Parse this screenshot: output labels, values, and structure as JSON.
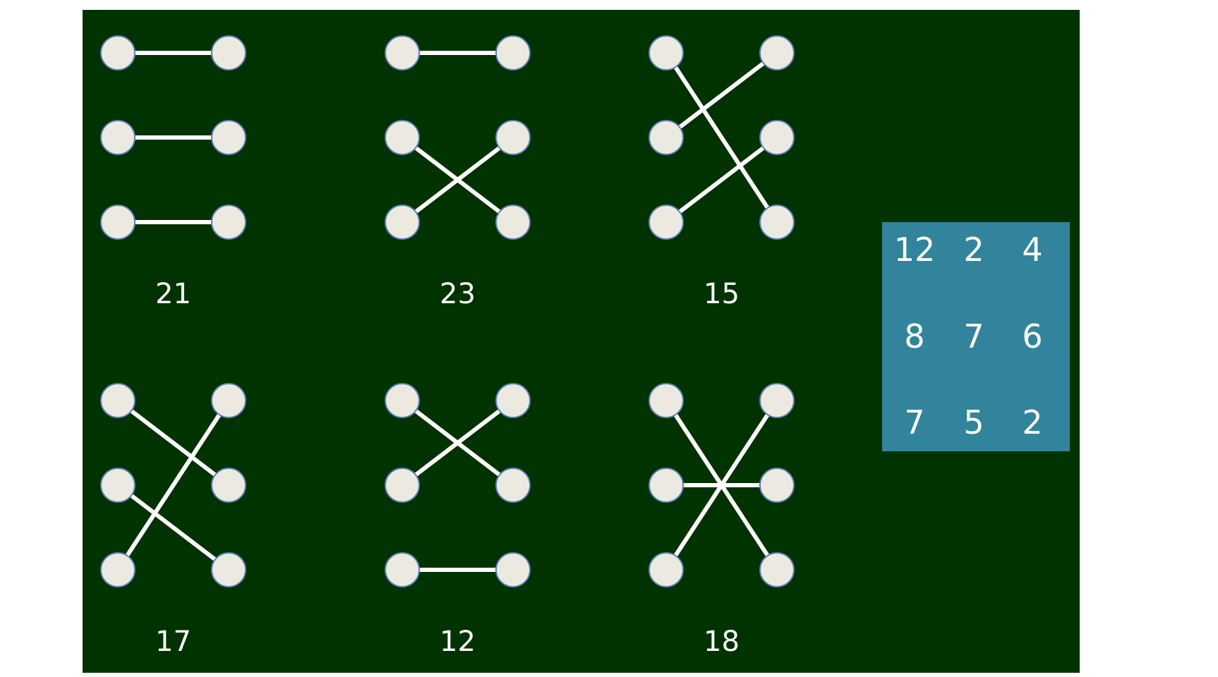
{
  "colors": {
    "background": "#003300",
    "node_fill": "#ECEAE0",
    "node_stroke": "#5B7DB8",
    "edge": "#FFFFFF",
    "matrix_fill": "#31849B",
    "text": "#FFFFFF"
  },
  "diagrams": [
    {
      "label": "21",
      "pairs": [
        [
          0,
          0
        ],
        [
          1,
          1
        ],
        [
          2,
          2
        ]
      ]
    },
    {
      "label": "23",
      "pairs": [
        [
          0,
          0
        ],
        [
          1,
          2
        ],
        [
          2,
          1
        ]
      ]
    },
    {
      "label": "15",
      "pairs": [
        [
          0,
          2
        ],
        [
          1,
          0
        ],
        [
          2,
          1
        ]
      ]
    },
    {
      "label": "17",
      "pairs": [
        [
          0,
          1
        ],
        [
          1,
          2
        ],
        [
          2,
          0
        ]
      ]
    },
    {
      "label": "12",
      "pairs": [
        [
          0,
          1
        ],
        [
          1,
          0
        ],
        [
          2,
          2
        ]
      ]
    },
    {
      "label": "18",
      "pairs": [
        [
          0,
          2
        ],
        [
          1,
          1
        ],
        [
          2,
          0
        ]
      ]
    }
  ],
  "matrix": [
    [
      "12",
      "2",
      "4"
    ],
    [
      "8",
      "7",
      "6"
    ],
    [
      "7",
      "5",
      "2"
    ]
  ]
}
